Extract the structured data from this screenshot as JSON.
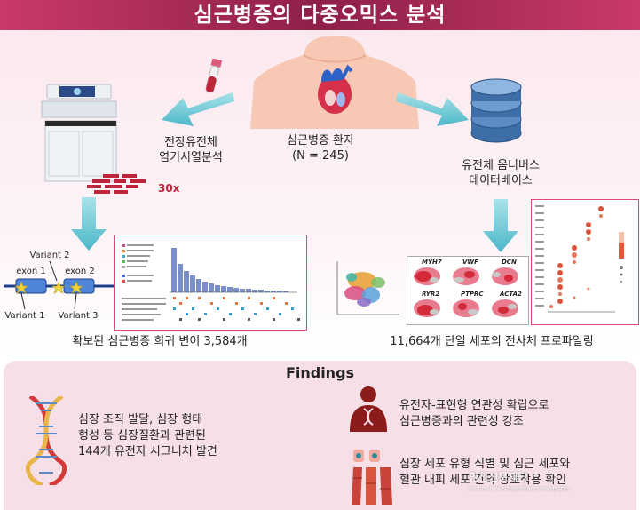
{
  "title": "심근병증의 다중오믹스 분석",
  "center": {
    "label": "심근병증 환자",
    "count": "(N = 245)"
  },
  "left_branch": {
    "label_line1": "전장유전체",
    "label_line2": "염기서열분석",
    "coverage": "30x",
    "variants": {
      "v1": "Variant 1",
      "v2": "Variant 2",
      "v3": "Variant 3",
      "exon1": "exon 1",
      "exon2": "exon 2"
    },
    "result": "확보된 심근병증 희귀 변이 3,584개"
  },
  "right_branch": {
    "label_line1": "유전체 옴니버스",
    "label_line2": "데이터베이스",
    "genes": [
      "MYH7",
      "VWF",
      "DCN",
      "RYR2",
      "PTPRC",
      "ACTA2"
    ],
    "result": "11,664개 단일 세포의 전사체 프로파일링"
  },
  "findings": {
    "title": "Findings",
    "item1": [
      "심장 조직 발달, 심장 형태",
      "형성 등 심장질환과 관련된",
      "144개 유전자 시그니처 발견"
    ],
    "item2": [
      "유전자-표현형 연관성 확립으로",
      "심근병증과의 관련성 강조"
    ],
    "item3": [
      "심장 세포 유형 식별 및 심근 세포와",
      "혈관 내피 세포 간의 상호작용 확인"
    ]
  },
  "watermark": {
    "main": "인천신문재단",
    "sub": "Incheon Metropolitan newspaper"
  },
  "colors": {
    "accent": "#c93a68",
    "arrow": "#5bc0cf",
    "dna_red": "#d43a3a"
  }
}
